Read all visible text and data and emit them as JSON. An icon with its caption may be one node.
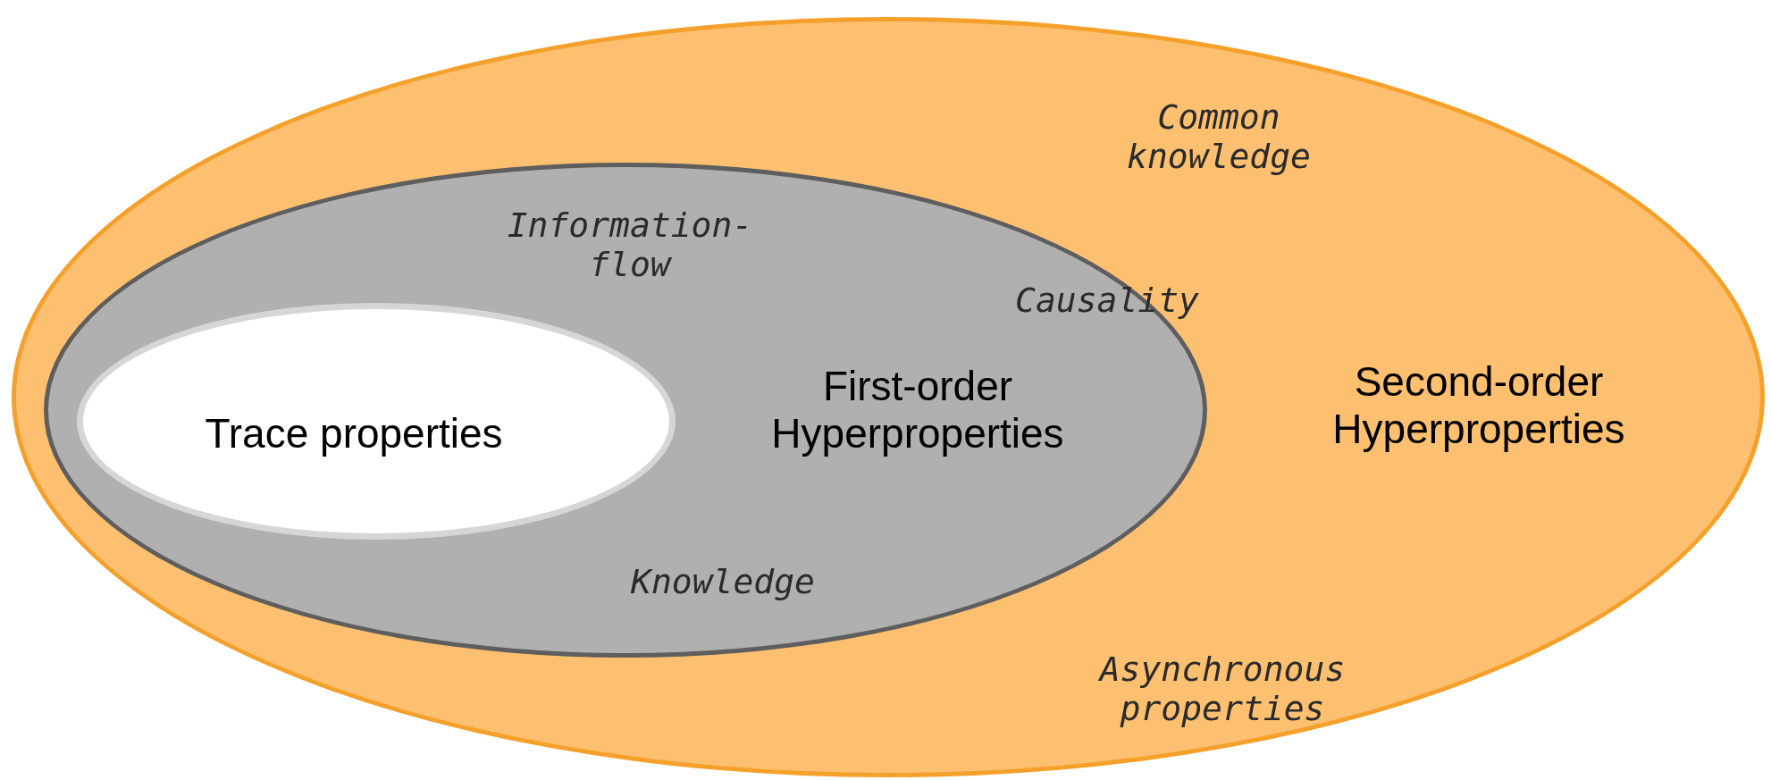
{
  "diagram": {
    "nodes": [
      {
        "text": [
          "Second-order Hyperproperties",
          "Common knowledge",
          "Asynchronous properties"
        ]
      },
      {
        "text": [
          "First-order Hyperproperties",
          "Information-flow",
          "Causality",
          "Knowledge"
        ],
        "in": 0
      },
      {
        "text": [
          "Trace properties"
        ],
        "in": 1
      }
    ]
  }
}
